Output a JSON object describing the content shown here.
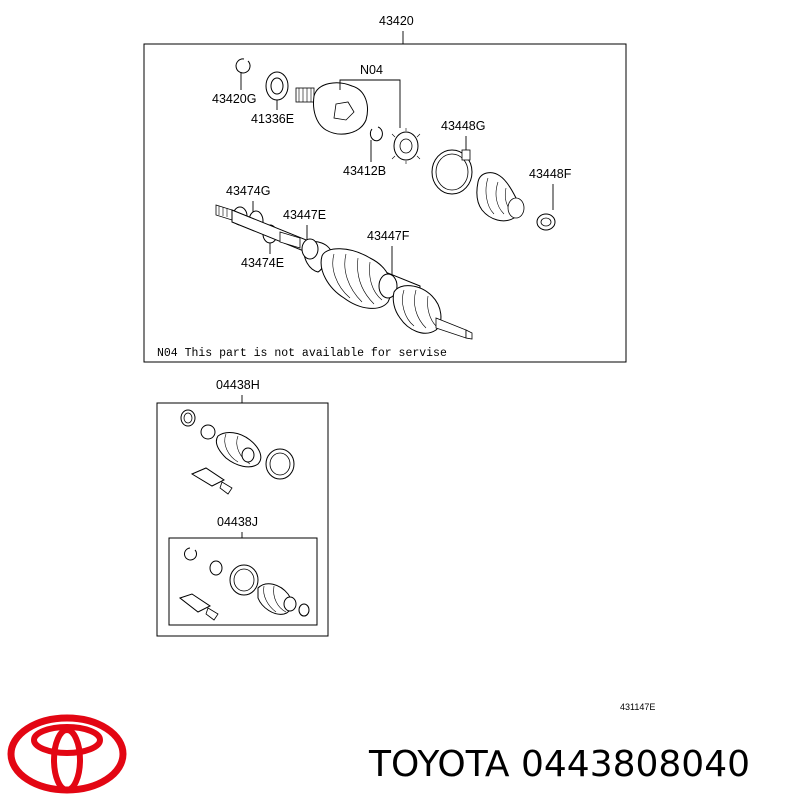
{
  "labels": {
    "assembly": "43420",
    "snap_ring_outer": "43420G",
    "dust_seal": "41336E",
    "not_available_group": "N04",
    "snap_ring_inner": "43412B",
    "boot_clamp_large": "43448G",
    "boot_clamp_small": "43448F",
    "inner_clamp_g": "43474G",
    "boot_inner": "43447E",
    "boot_outer": "43447F",
    "inner_clamp_e": "43474E"
  },
  "note": "N04 This part is not available for servise",
  "kits": {
    "kit_h": "04438H",
    "kit_j": "04438J"
  },
  "figure_code": "431147E",
  "brand_text": "TOYOTA 0443808040",
  "colors": {
    "logo": "#e30613",
    "line": "#000000"
  }
}
